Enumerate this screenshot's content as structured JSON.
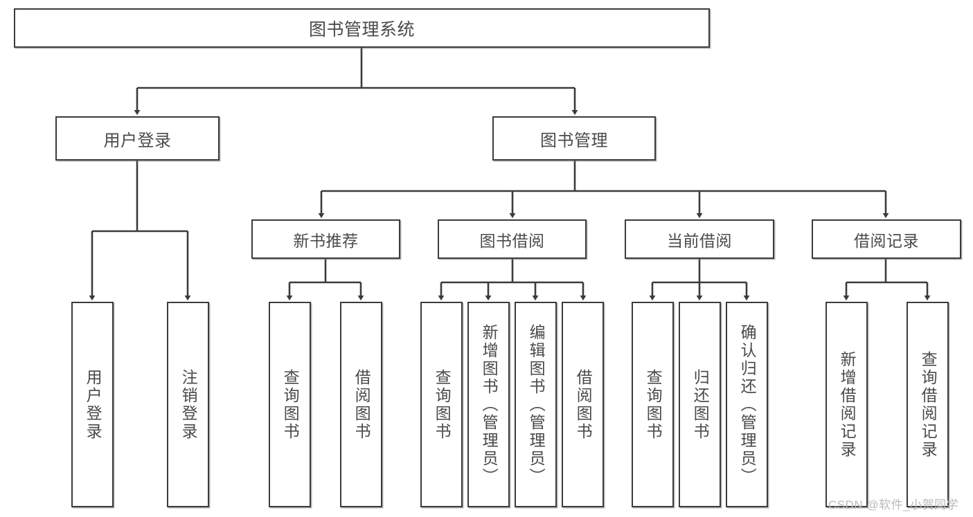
{
  "diagram": {
    "title": "图书管理系统",
    "type": "tree",
    "orientation": "top-down",
    "line_color": "#3b3b3b",
    "box_fill": "#ffffff",
    "text_color": "#4a4a4a"
  },
  "watermark": {
    "text": "CSDN @软件_小贺同学"
  },
  "nodes": {
    "root": {
      "label": "图书管理系统"
    },
    "level2": [
      {
        "label": "用户登录"
      },
      {
        "label": "图书管理"
      }
    ],
    "level3": [
      {
        "label": "新书推荐"
      },
      {
        "label": "图书借阅"
      },
      {
        "label": "当前借阅"
      },
      {
        "label": "借阅记录"
      }
    ],
    "leaves": {
      "user_login": [
        {
          "label": "用户登录"
        },
        {
          "label": "注销登录"
        }
      ],
      "new_book": [
        {
          "label": "查询图书"
        },
        {
          "label": "借阅图书"
        }
      ],
      "book_borrow": [
        {
          "label": "查询图书"
        },
        {
          "label": "新增图书（管理员）"
        },
        {
          "label": "编辑图书（管理员）"
        },
        {
          "label": "借阅图书"
        }
      ],
      "current_borrow": [
        {
          "label": "查询图书"
        },
        {
          "label": "归还图书"
        },
        {
          "label": "确认归还（管理员）"
        }
      ],
      "borrow_record": [
        {
          "label": "新增借阅记录"
        },
        {
          "label": "查询借阅记录"
        }
      ]
    }
  }
}
